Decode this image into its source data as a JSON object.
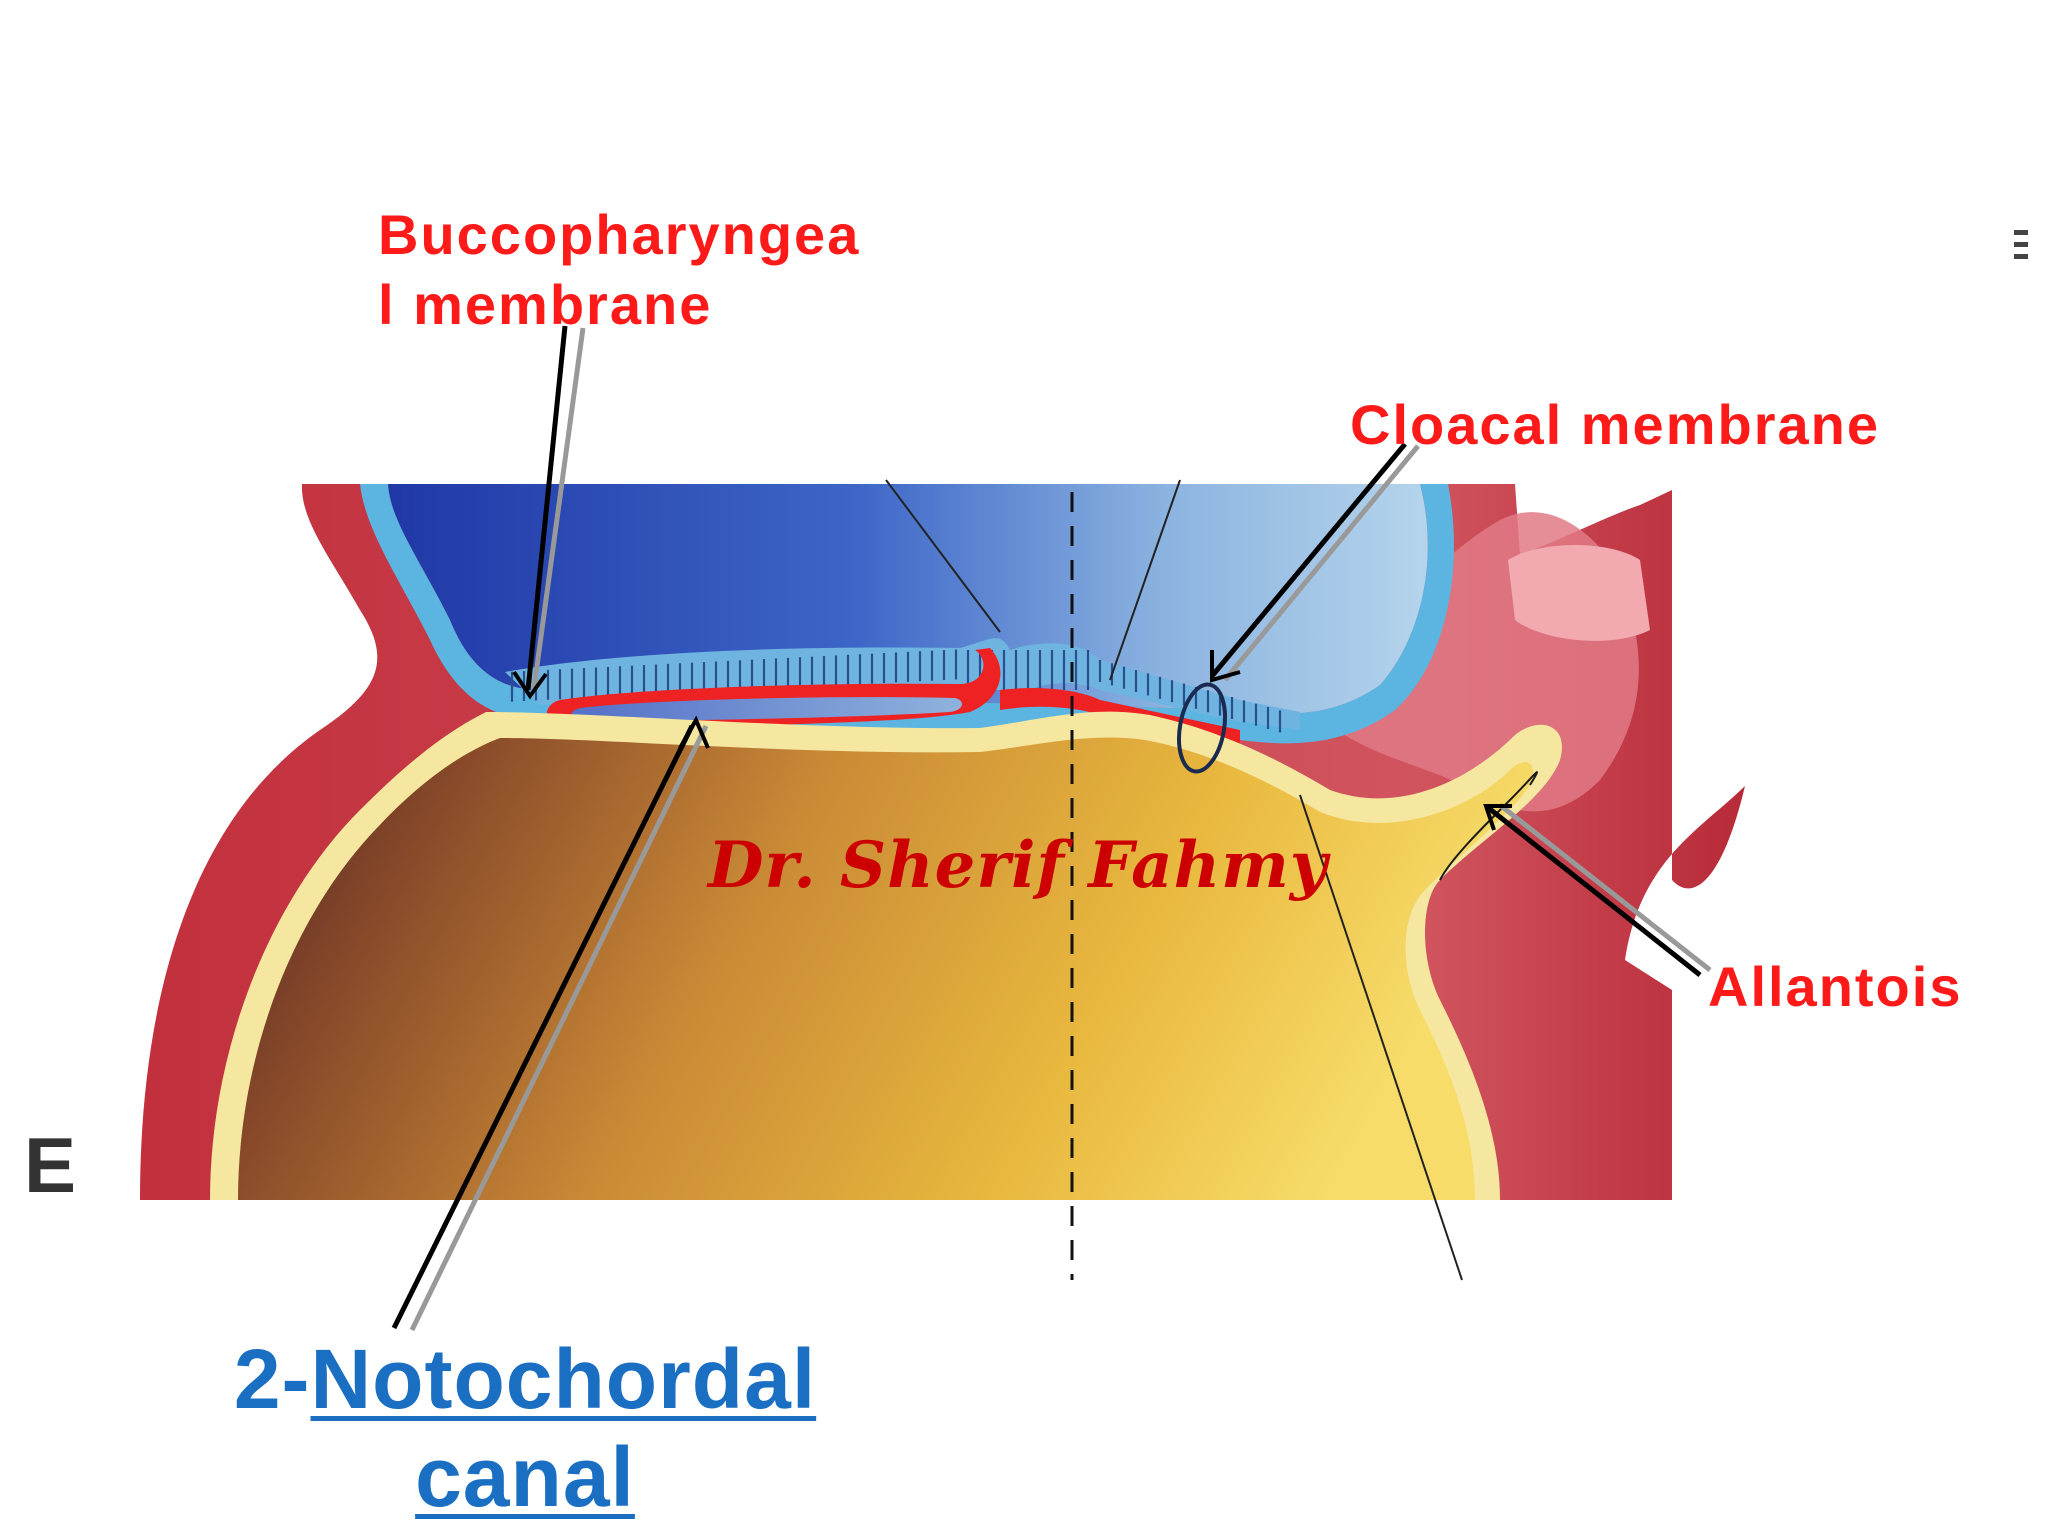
{
  "labels": {
    "buccopharyngeal_line1": "Buccopharyngea",
    "buccopharyngeal_line2": "l membrane",
    "cloacal": "Cloacal membrane",
    "allantois": "Allantois",
    "notochordal_prefix": "2-",
    "notochordal_word": "Notochordal",
    "notochordal_line2": "canal",
    "panel": "E"
  },
  "watermark": "Dr. Sherif Fahmy",
  "colors": {
    "label_red": "#ff1a1a",
    "label_blue": "#1a6fc2",
    "amniotic_blue": "#2f49b8",
    "ectoderm_lightblue": "#5bb5e0",
    "mesoderm_red": "#c4323f",
    "endoderm_cream": "#f5e7a0",
    "yolk_sac": "#d9a640",
    "notochord_red": "#ee2222"
  }
}
